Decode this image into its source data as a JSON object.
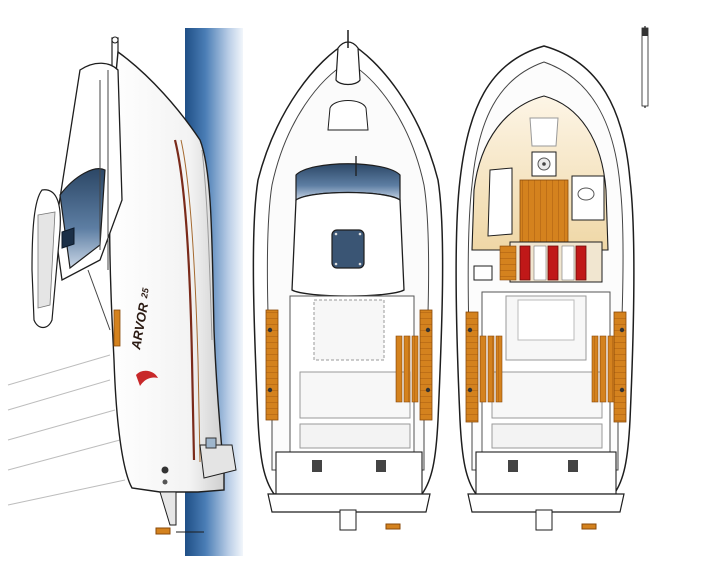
{
  "drawing": {
    "brand_text": "ARVOR",
    "model_text": "25",
    "colors": {
      "outline": "#1e1e1e",
      "hull_white": "#ffffff",
      "hull_shadow": "#d6d6d6",
      "water_deep": "#1f4f86",
      "water_light": "#e9f0f8",
      "teak": "#d4821e",
      "teak_dark": "#8a4a0a",
      "cushion_red": "#c01818",
      "cabin_floor": "#f6e3bf",
      "window_blue": "#3a5574",
      "logo_red": "#c8282a",
      "stripe": "#7a2a1a"
    }
  },
  "views": [
    {
      "name": "side-profile"
    },
    {
      "name": "deck-plan"
    },
    {
      "name": "cabin-layout"
    }
  ]
}
